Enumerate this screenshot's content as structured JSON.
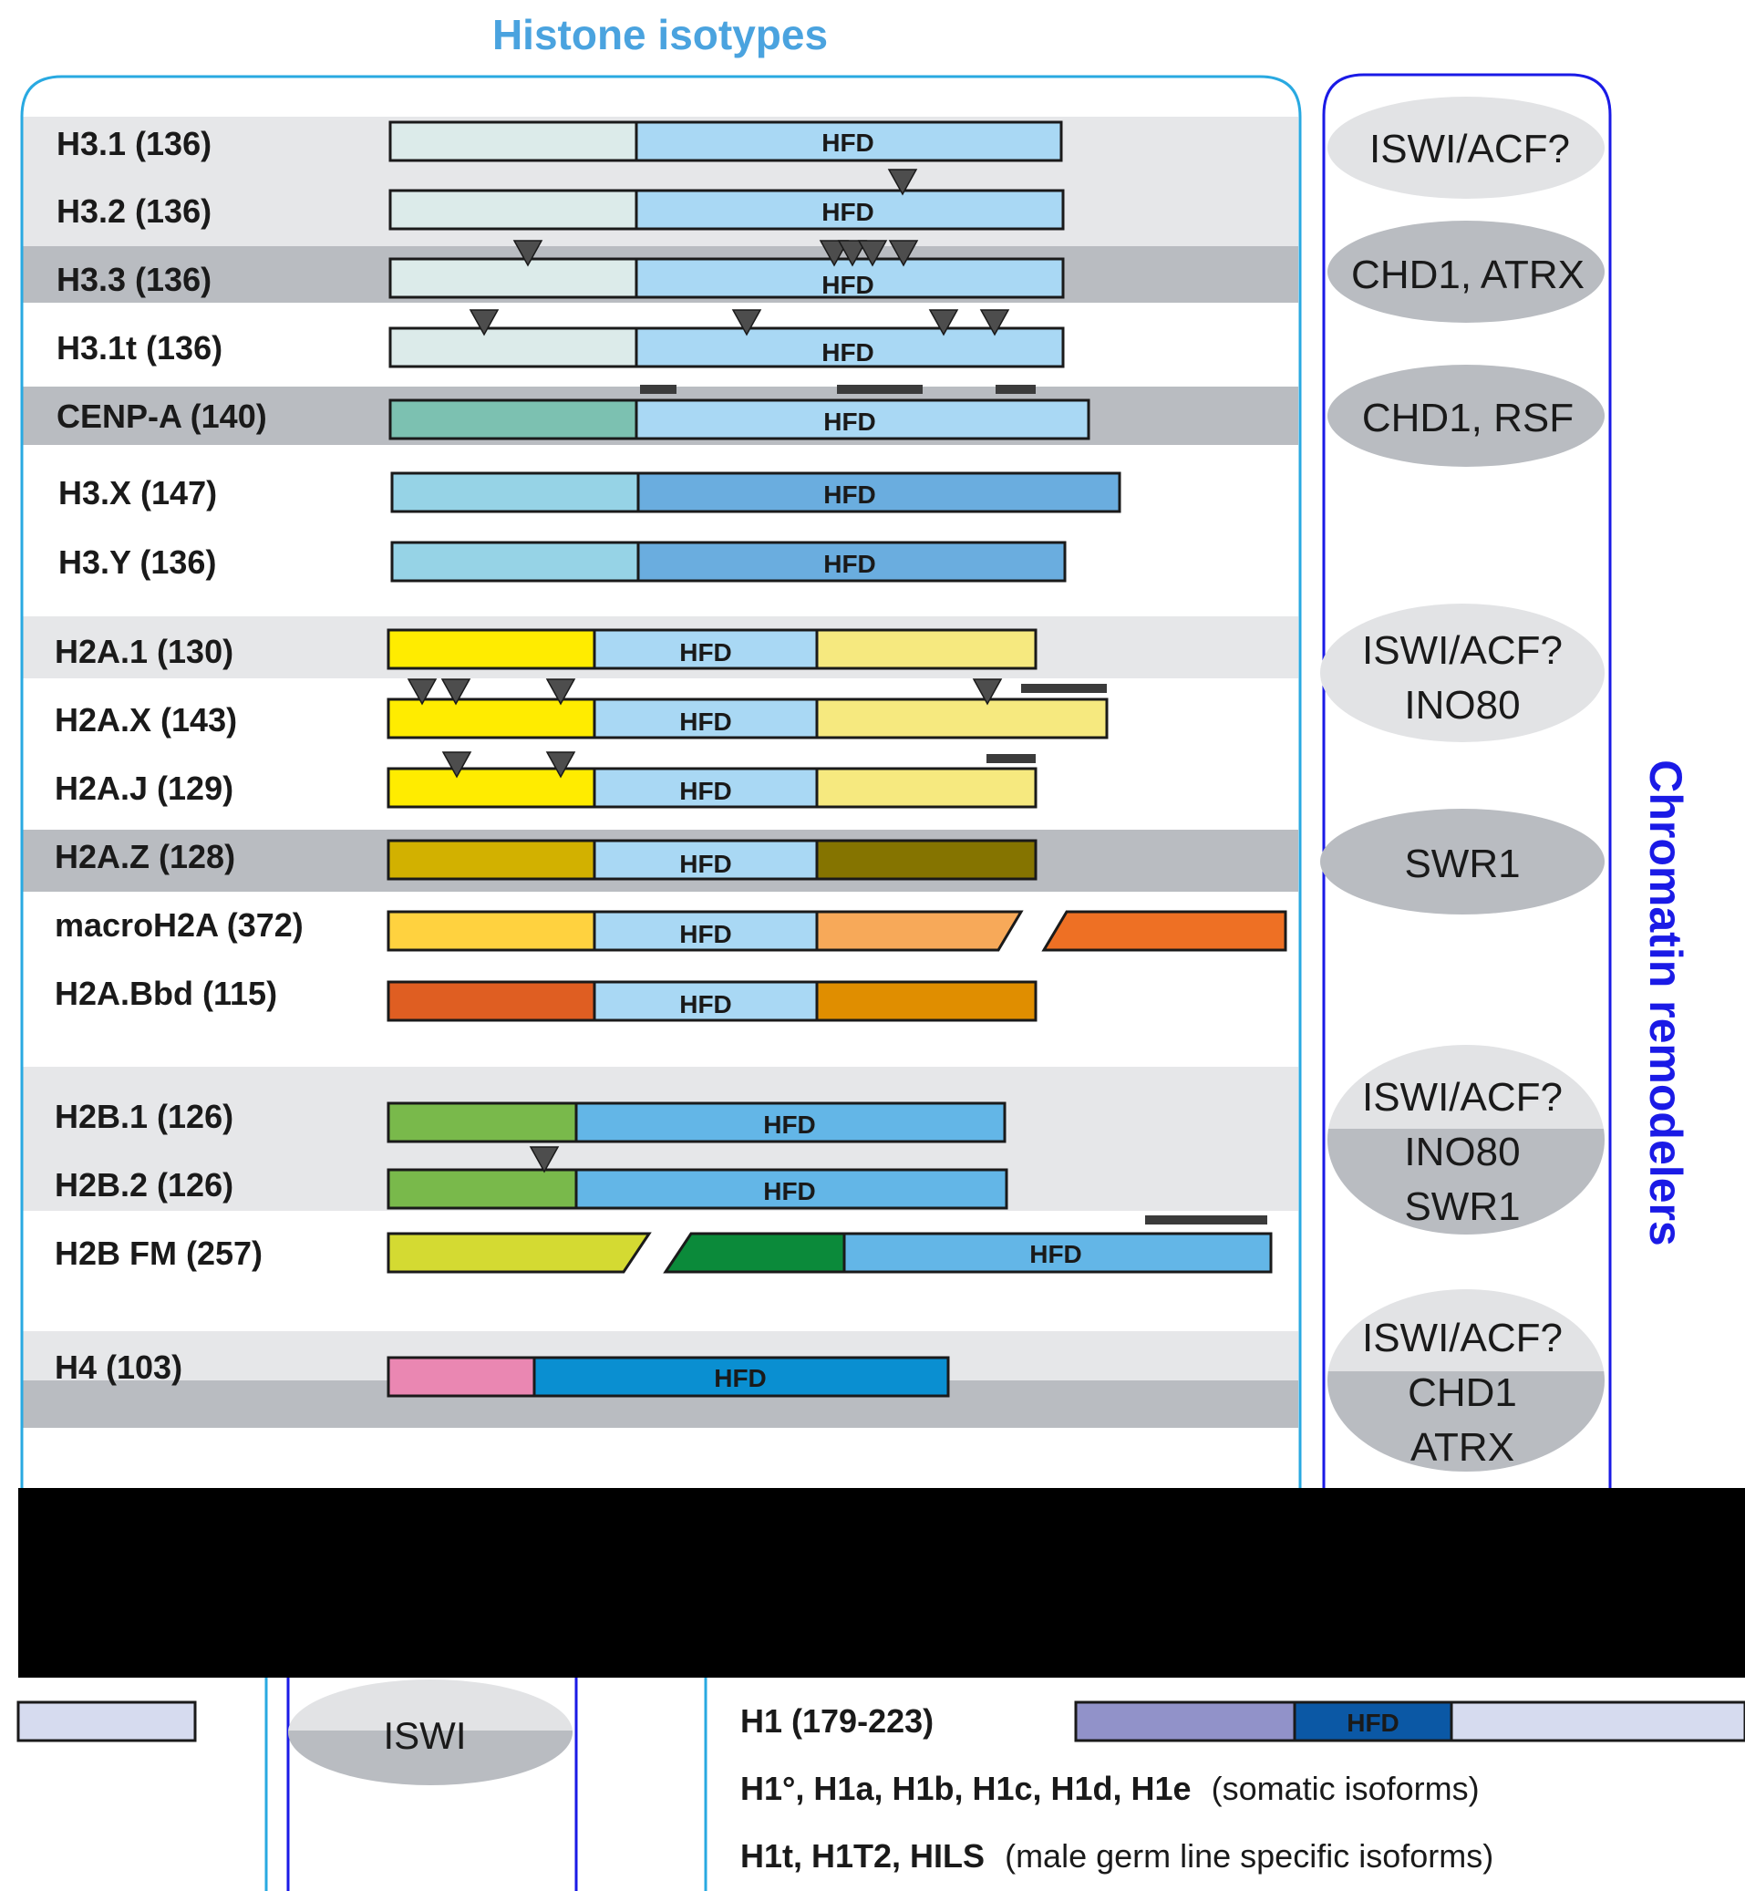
{
  "title": "Histone isotypes",
  "side_label": "Chromatin remodelers",
  "domain_label": "HFD",
  "colors": {
    "title_blue": "#4aa3df",
    "remodeler_blue": "#1a1ae6",
    "frame_cyan": "#29a9e1",
    "band_light": "#e6e7e9",
    "band_dark": "#b9bcc1",
    "marker": "#4d4d4d",
    "black_band": "#000000"
  },
  "histones": [
    {
      "label": "H3.1 (136)"
    },
    {
      "label": "H3.2 (136)"
    },
    {
      "label": "H3.3 (136)"
    },
    {
      "label": "H3.1t (136)"
    },
    {
      "label": "CENP-A (140)"
    },
    {
      "label": "H3.X (147)"
    },
    {
      "label": "H3.Y (136)"
    },
    {
      "label": "H2A.1 (130)"
    },
    {
      "label": "H2A.X (143)"
    },
    {
      "label": "H2A.J (129)"
    },
    {
      "label": "H2A.Z (128)"
    },
    {
      "label": "macroH2A (372)"
    },
    {
      "label": "H2A.Bbd (115)"
    },
    {
      "label": "H2B.1 (126)"
    },
    {
      "label": "H2B.2 (126)"
    },
    {
      "label": "H2B FM (257)"
    },
    {
      "label": "H4 (103)"
    }
  ],
  "remodelers": [
    {
      "lines": [
        "ISWI/ACF?"
      ]
    },
    {
      "lines": [
        "CHD1, ATRX"
      ]
    },
    {
      "lines": [
        "CHD1, RSF"
      ]
    },
    {
      "lines": [
        "ISWI/ACF?",
        "INO80"
      ]
    },
    {
      "lines": [
        "SWR1"
      ]
    },
    {
      "lines": [
        "ISWI/ACF?",
        "INO80",
        "SWR1"
      ]
    },
    {
      "lines": [
        "ISWI/ACF?",
        "CHD1",
        "ATRX"
      ]
    },
    {
      "lines": [
        "ISWI"
      ]
    }
  ],
  "h1": {
    "label": "H1 (179-223)",
    "somatic_names": "H1°, H1a, H1b, H1c, H1d, H1e",
    "somatic_note": "(somatic isoforms)",
    "germ_names": "H1t, H1T2, HILS",
    "germ_note": "(male germ line specific isoforms)"
  }
}
